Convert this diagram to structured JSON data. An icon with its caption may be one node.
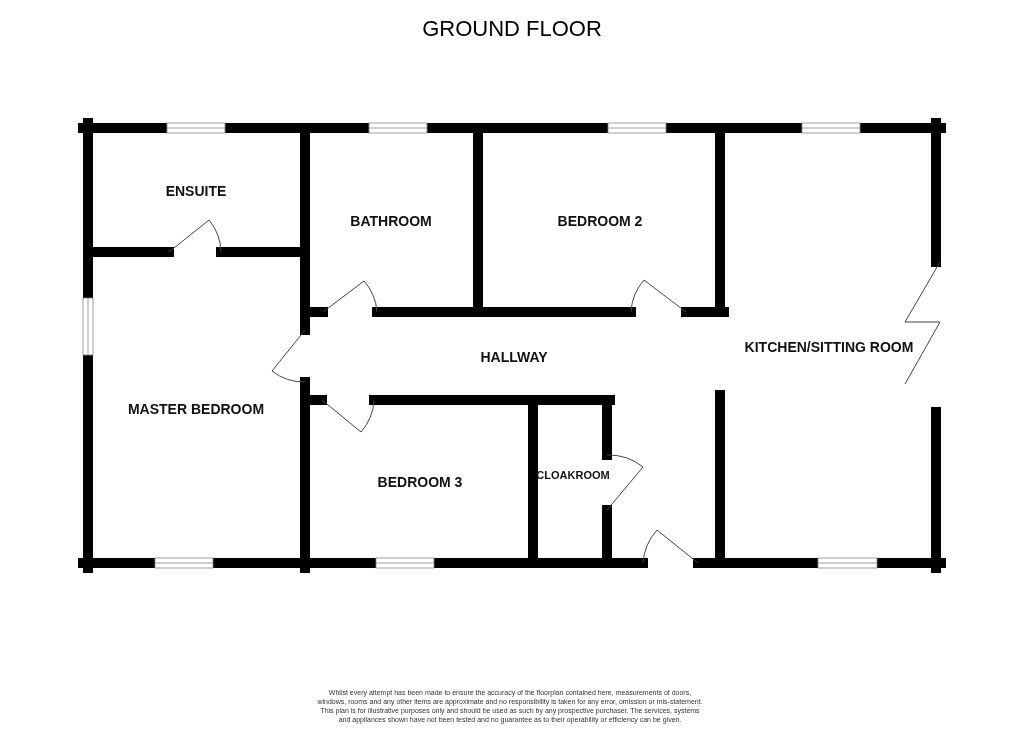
{
  "diagram": {
    "title": "GROUND FLOOR",
    "labels": [
      "ENSUITE",
      "BATHROOM",
      "BEDROOM 2",
      "HALLWAY",
      "KITCHEN/SITTING ROOM",
      "MASTER BEDROOM",
      "BEDROOM 3",
      "CLOAKROOM",
      "Whilst every attempt has been made to ensure the accuracy of the floorplan contained here, measurements of doors, windows, rooms and any other items are approximate and no responsibility is taken for any error, omission or mis-statement. This plan is for illustrative purposes only and should be used as such by any prospective purchaser. The services, systems and appliances shown have not been tested and no guarantee as to their operability or efficiency can be given."
    ]
  }
}
